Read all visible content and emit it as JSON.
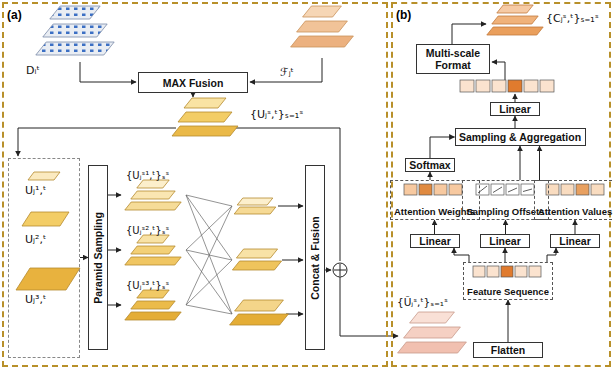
{
  "diagram": {
    "nodes": [
      {
        "text": [
          "(a)"
        ]
      },
      {
        "text": [
          "MAX Fusion"
        ],
        "in": 0
      },
      {
        "text": [
          "Uⱼ¹,ᵗ",
          "Uⱼ²,ᵗ",
          "Uⱼ³,ᵗ"
        ],
        "in": 0
      },
      {
        "text": [
          "Paramid Sampling"
        ],
        "in": 0
      },
      {
        "text": [
          "Concat & Fusion"
        ],
        "in": 0
      },
      {
        "text": [
          "(b)"
        ]
      },
      {
        "text": [
          "Multi-scale Format"
        ],
        "in": 5
      },
      {
        "text": [
          "Linear"
        ],
        "in": 5
      },
      {
        "text": [
          "Sampling & Aggregation"
        ],
        "in": 5
      },
      {
        "text": [
          "Softmax"
        ],
        "in": 5
      },
      {
        "text": [
          "Attention Weights"
        ],
        "in": 5
      },
      {
        "text": [
          "Sampling Offsets"
        ],
        "in": 5
      },
      {
        "text": [
          "Attention Values"
        ],
        "in": 5
      },
      {
        "text": [
          "Linear"
        ],
        "in": 5
      },
      {
        "text": [
          "Linear"
        ],
        "in": 5
      },
      {
        "text": [
          "Linear"
        ],
        "in": 5
      },
      {
        "text": [
          "Feature Sequence"
        ],
        "in": 5
      },
      {
        "text": [
          "Flatten"
        ],
        "in": 5
      }
    ],
    "edges": [
      {
        "from": 2,
        "to": 3,
        "arrow": "to"
      },
      {
        "from": 17,
        "to": 16,
        "arrow": "to"
      },
      {
        "from": 16,
        "to": 13,
        "arrow": "to"
      },
      {
        "from": 16,
        "to": 14,
        "arrow": "to"
      },
      {
        "from": 16,
        "to": 15,
        "arrow": "to"
      },
      {
        "from": 13,
        "to": 10,
        "arrow": "to"
      },
      {
        "from": 14,
        "to": 11,
        "arrow": "to"
      },
      {
        "from": 15,
        "to": 12,
        "arrow": "to"
      },
      {
        "from": 10,
        "to": 9,
        "arrow": "to"
      },
      {
        "from": 9,
        "to": 8,
        "arrow": "to"
      },
      {
        "from": 11,
        "to": 8,
        "arrow": "to"
      },
      {
        "from": 12,
        "to": 8,
        "arrow": "to"
      },
      {
        "from": 8,
        "to": 7,
        "arrow": "to"
      }
    ],
    "labels": [
      "Dᵢᵗ",
      "ℱⱼᵗ",
      "{Uⱼˢ,ᵗ}ₛ₌₁ˢ",
      "{Uⱼˢ¹,ᵗ}ₛˢ",
      "{Uⱼˢ²,ᵗ}ₛˢ",
      "{Uⱼˢ³,ᵗ}ₛˢ",
      "{Ũⱼˢ,ᵗ}ₛ₌₁ˢ",
      "{Cⱼˢ,ᵗ}ₛ₌₁ˢ"
    ]
  }
}
